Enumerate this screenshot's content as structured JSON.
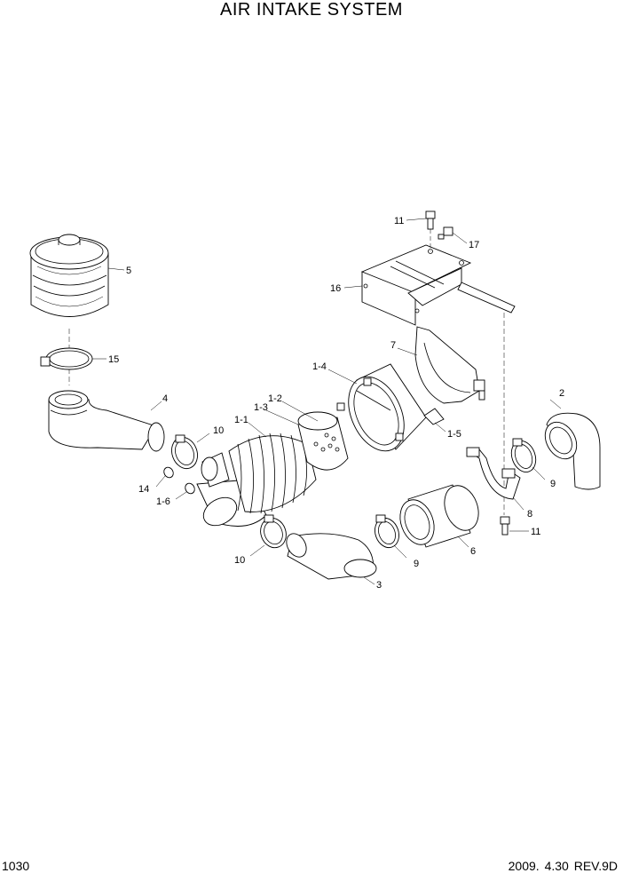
{
  "title": "AIR INTAKE SYSTEM",
  "page_number": "1030",
  "revision": "2009. 4.30  REV.9D",
  "callouts": [
    "11",
    "17",
    "16",
    "5",
    "15",
    "7",
    "1-4",
    "4",
    "1-2",
    "1-3",
    "1-1",
    "1-5",
    "2",
    "10",
    "14",
    "1-6",
    "9",
    "8",
    "11",
    "10",
    "3",
    "9",
    "6"
  ]
}
